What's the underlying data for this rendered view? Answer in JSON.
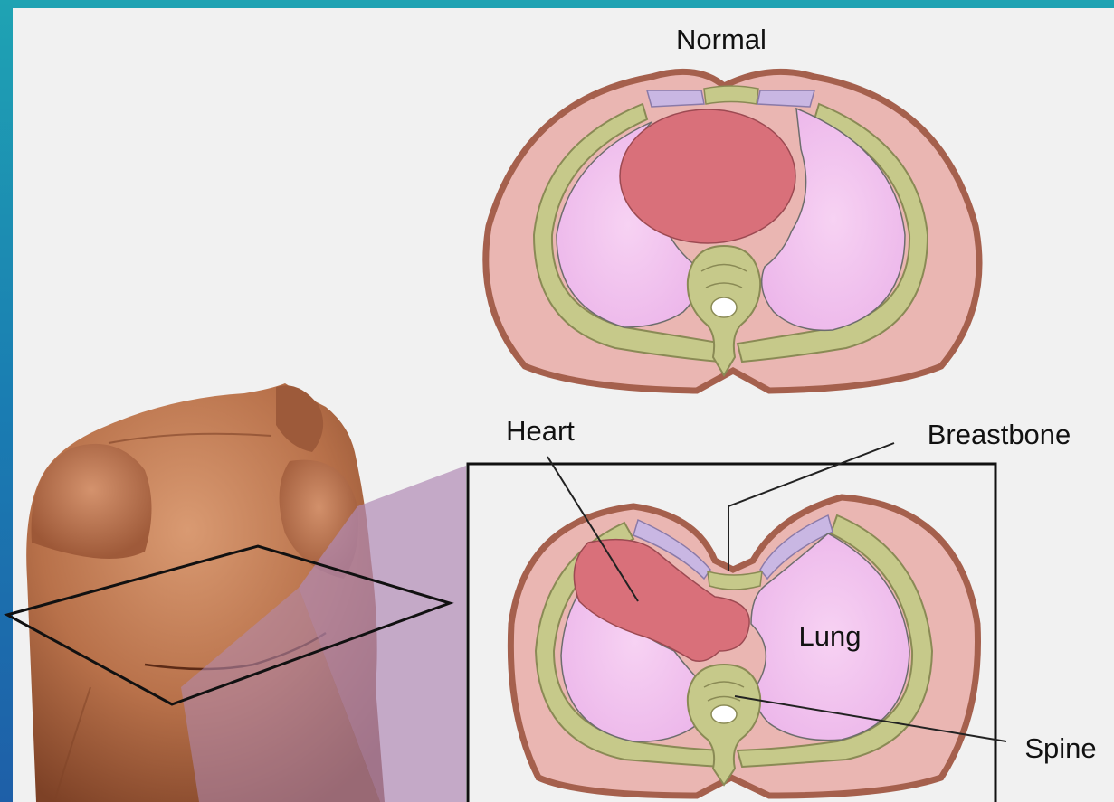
{
  "labels": {
    "normal": "Normal",
    "heart": "Heart",
    "breastbone": "Breastbone",
    "lung": "Lung",
    "spine": "Spine"
  },
  "colors": {
    "background_teal": "#1fa3b3",
    "panel": "#f1f1f1",
    "skin": "#b8714a",
    "body_wall": "#eab6b2",
    "body_outline": "#a5604d",
    "lung": "#f3c4f1",
    "heart": "#d9707a",
    "bone": "#c6c98a",
    "cartilage": "#c9b7e3",
    "projection": "#b08ab5"
  }
}
